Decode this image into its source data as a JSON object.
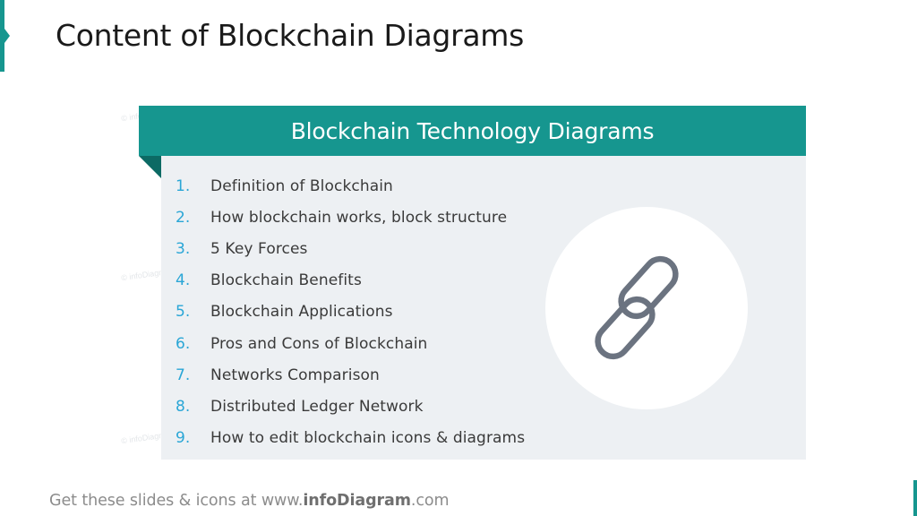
{
  "slide": {
    "title": "Content of Blockchain Diagrams",
    "accent_color": "#16968f",
    "banner_title": "Blockchain Technology Diagrams",
    "icon": "chain-link-icon",
    "items": [
      {
        "num": "1.",
        "text": "Definition of Blockchain"
      },
      {
        "num": "2.",
        "text": "How blockchain works, block structure"
      },
      {
        "num": "3.",
        "text": "5 Key Forces"
      },
      {
        "num": "4.",
        "text": "Blockchain Benefits"
      },
      {
        "num": "5.",
        "text": "Blockchain Applications"
      },
      {
        "num": "6.",
        "text": "Pros and Cons of Blockchain"
      },
      {
        "num": "7.",
        "text": "Networks Comparison"
      },
      {
        "num": "8.",
        "text": "Distributed Ledger Network"
      },
      {
        "num": "9.",
        "text": "How to edit blockchain icons & diagrams"
      }
    ]
  },
  "watermark": "© infoDiagram.com",
  "footer": {
    "prefix": "Get these slides & icons at www.",
    "brand": "infoDiagram",
    "suffix": ".com"
  }
}
